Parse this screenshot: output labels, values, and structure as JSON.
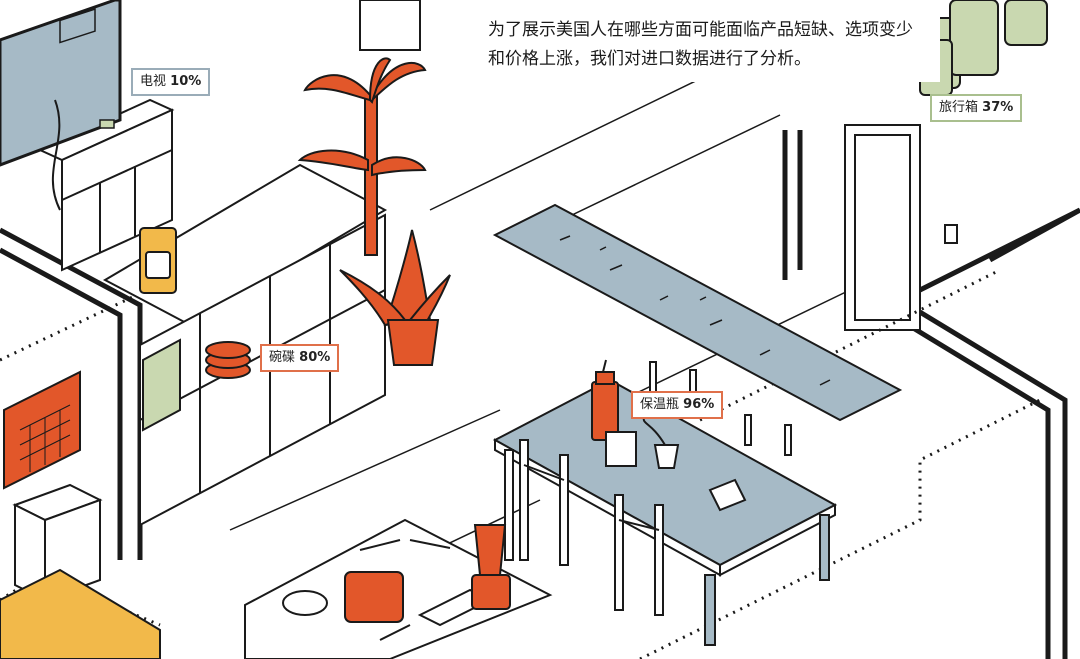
{
  "intro": {
    "text": "为了展示美国人在哪些方面可能面临产品短缺、选项变少和价格上涨，我们对进口数据进行了分析。"
  },
  "labels": [
    {
      "id": "tv",
      "name": "电视",
      "value": "10%",
      "border_color": "#9aacb8"
    },
    {
      "id": "luggage",
      "name": "旅行箱",
      "value": "37%",
      "border_color": "#a9bf8e"
    },
    {
      "id": "dishes",
      "name": "碗碟",
      "value": "80%",
      "border_color": "#e0704a"
    },
    {
      "id": "thermos",
      "name": "保温瓶",
      "value": "96%",
      "border_color": "#e0704a"
    }
  ],
  "colors": {
    "orange": "#e2572a",
    "blue_gray": "#a6bac6",
    "green": "#c9d8b0",
    "yellow": "#f2b94a",
    "ink": "#1a1a1a"
  }
}
